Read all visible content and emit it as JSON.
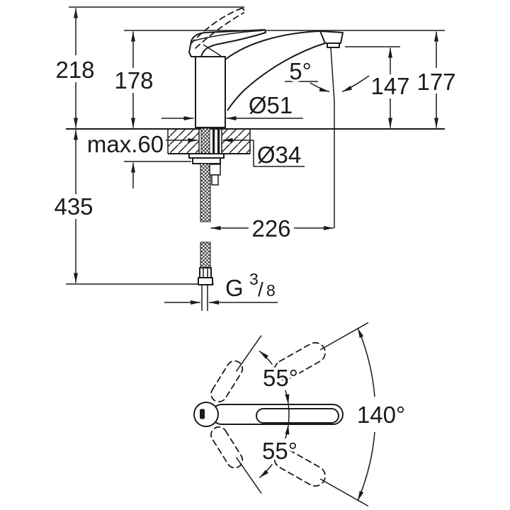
{
  "drawing": {
    "type": "faucet-installation-dimension-diagram",
    "background": "#ffffff",
    "line_color": "#1b1b1b",
    "side_view": {
      "dims": {
        "overall_height": "218",
        "lever_height": "178",
        "spout_right_height": "177",
        "outlet_height": "147",
        "spout_angle": "5°",
        "body_diameter": "Ø51",
        "hole_diameter": "Ø34",
        "max_counter_thickness": "max.60",
        "hose_drop": "435",
        "spout_reach": "226"
      },
      "thread": {
        "letter": "G",
        "numerator": "3",
        "slash": "/",
        "denominator": "8"
      }
    },
    "top_view": {
      "swivel_upper": "55°",
      "swivel_lower": "55°",
      "swivel_total": "140°"
    }
  }
}
